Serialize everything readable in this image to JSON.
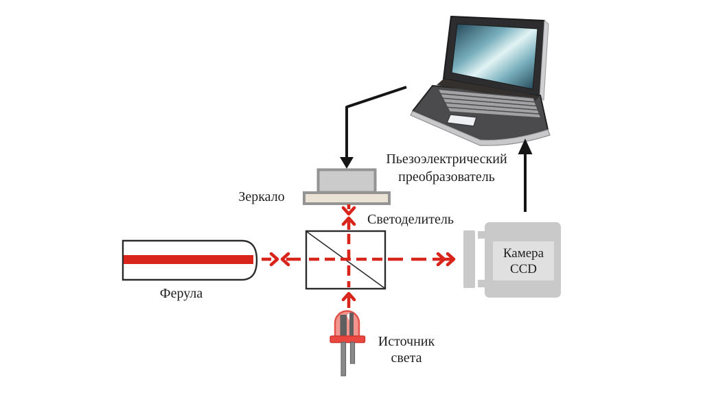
{
  "labels": {
    "piezo": {
      "line1": "Пьезоэлектрический",
      "line2": "преобразователь"
    },
    "mirror": "Зеркало",
    "beam_splitter": "Светоделитель",
    "ferrule": "Ферула",
    "camera": {
      "line1": "Камера",
      "line2": "CCD"
    },
    "light_source": {
      "line1": "Источник",
      "line2": "света"
    }
  },
  "colors": {
    "beam_red": "#d9241b",
    "ink": "#151515",
    "device_gray": "#cbcbcb",
    "device_border": "#949494",
    "mirror_face": "#eae2d4",
    "camera_gray": "#c9c9c9",
    "camera_screen": "#e0e0e0",
    "led_dome": "#f2958e",
    "led_dome_border": "#e0524a",
    "led_flange": "#e9473f",
    "led_leg": "#8a8a8a",
    "laptop_dark": "#2d2d2f",
    "laptop_deck": "#4b4b4d",
    "laptop_key": "#a2a2a4",
    "laptop_rim": "#c8c8ca",
    "laptop_screen_dark": "#1f4152",
    "laptop_screen_mid": "#79b0bd",
    "laptop_screen_light": "#e2f3f4"
  }
}
